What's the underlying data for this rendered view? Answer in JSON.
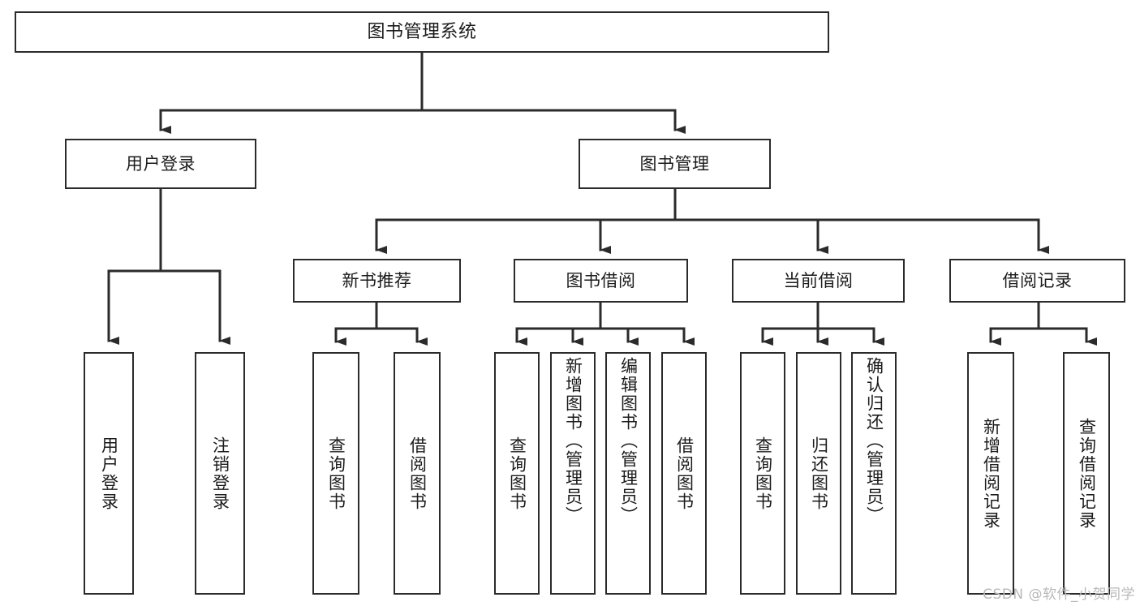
{
  "diagram": {
    "type": "tree",
    "title": "图书管理系统",
    "orientation": "top-down",
    "colors": {
      "box_border": "#2b2b2b",
      "box_fill": "#ffffff",
      "connector": "#2b2b2b",
      "text": "#1b1b1b",
      "watermark": "#b9b9b9",
      "background": "#ffffff"
    },
    "root": {
      "label": "图书管理系统"
    },
    "level2": [
      {
        "label": "用户登录"
      },
      {
        "label": "图书管理"
      }
    ],
    "level3": [
      {
        "label": "新书推荐"
      },
      {
        "label": "图书借阅"
      },
      {
        "label": "当前借阅"
      },
      {
        "label": "借阅记录"
      }
    ],
    "leaves": {
      "user_login": [
        {
          "label": "用户登录"
        },
        {
          "label": "注销登录"
        }
      ],
      "new_book_recommend": [
        {
          "label": "查询图书"
        },
        {
          "label": "借阅图书"
        }
      ],
      "book_borrow": [
        {
          "label": "查询图书"
        },
        {
          "label": "新增图书（管理员）"
        },
        {
          "label": "编辑图书（管理员）"
        },
        {
          "label": "借阅图书"
        }
      ],
      "current_borrow": [
        {
          "label": "查询图书"
        },
        {
          "label": "归还图书"
        },
        {
          "label": "确认归还（管理员）"
        }
      ],
      "borrow_record": [
        {
          "label": "新增借阅记录"
        },
        {
          "label": "查询借阅记录"
        }
      ]
    }
  },
  "watermark": {
    "text": "CSDN @软件_小贺同学"
  }
}
